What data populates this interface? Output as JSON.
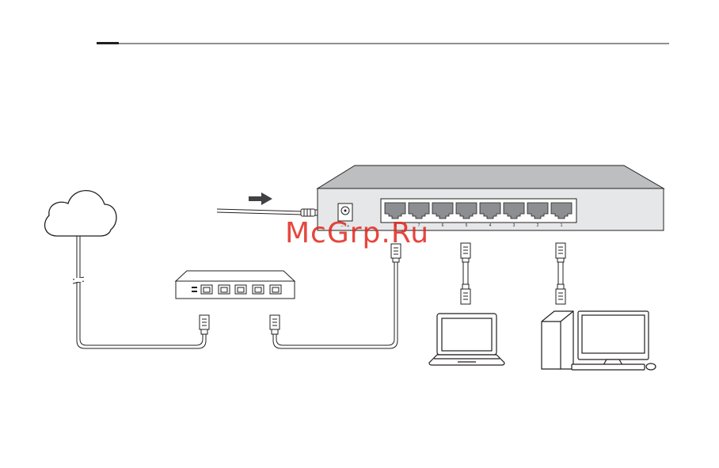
{
  "switch": {
    "port_labels": [
      "8",
      "7",
      "6",
      "5",
      "4",
      "3",
      "2",
      "1"
    ]
  },
  "watermark": {
    "text": "McGrp.Ru"
  },
  "colors": {
    "line": "#231f20",
    "device_fill": "#e6e7e8",
    "top_fill": "#bcbec0",
    "port_fill": "#8c8e91",
    "watermark": "#e2261c"
  }
}
